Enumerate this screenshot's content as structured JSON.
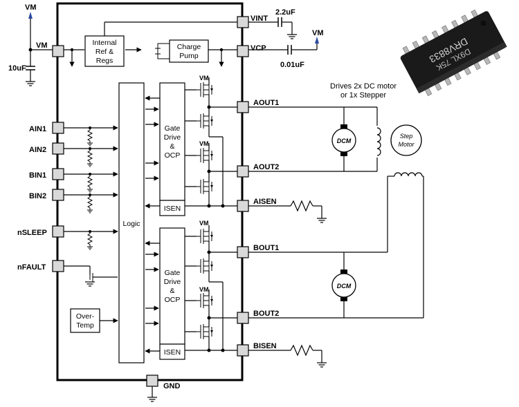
{
  "labels": {
    "vm_left": "VM",
    "vm_pin": "VM",
    "vm_right": "VM",
    "cap_vm": "10uF",
    "vint": "VINT",
    "cap_vint": "2.2uF",
    "vcp": "VCP",
    "cap_vcp": "0.01uF",
    "ref_line1": "Internal",
    "ref_line2": "Ref &",
    "ref_line3": "Regs",
    "cp_line1": "Charge",
    "cp_line2": "Pump",
    "ain1": "AIN1",
    "ain2": "AIN2",
    "bin1": "BIN1",
    "bin2": "BIN2",
    "nsleep": "nSLEEP",
    "nfault": "nFAULT",
    "logic": "Logic",
    "ot_line1": "Over-",
    "ot_line2": "Temp",
    "gd_line1": "Gate",
    "gd_line2": "Drive",
    "gd_line3": "&",
    "gd_line4": "OCP",
    "isen": "ISEN",
    "vm_fet": "VM",
    "aout1": "AOUT1",
    "aout2": "AOUT2",
    "aisen": "AISEN",
    "bout1": "BOUT1",
    "bout2": "BOUT2",
    "bisen": "BISEN",
    "gnd": "GND",
    "dcm": "DCM",
    "step_line1": "Step",
    "step_line2": "Motor",
    "drives_line1": "Drives 2x DC motor",
    "drives_line2": "or 1x Stepper",
    "chip_line1": "DRV8833",
    "chip_line2": "D9XL 75K"
  }
}
